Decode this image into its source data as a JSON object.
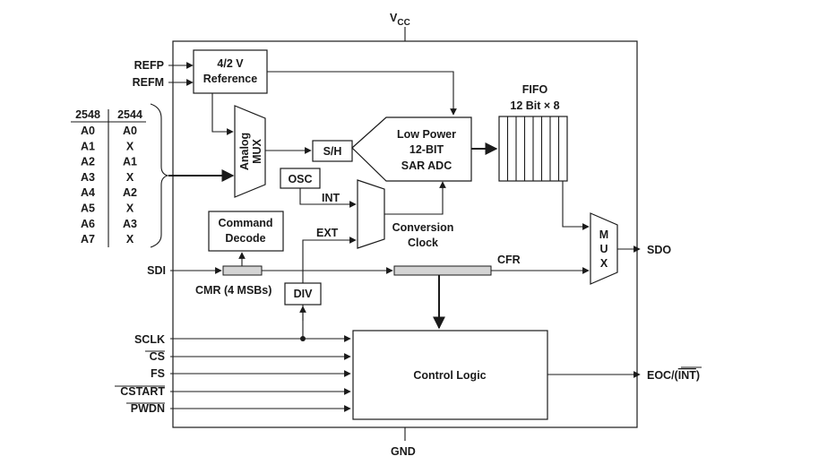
{
  "power": {
    "vcc_main": "V",
    "vcc_sub": "CC",
    "gnd": "GND"
  },
  "inputs": {
    "refp": "REFP",
    "refm": "REFM",
    "sdi": "SDI",
    "sclk": "SCLK",
    "cs": "CS",
    "fs": "FS",
    "cstart": "CSTART",
    "pwdn": "PWDN"
  },
  "channel_table": {
    "headers": [
      "2548",
      "2544"
    ],
    "rows": [
      [
        "A0",
        "A0"
      ],
      [
        "A1",
        "X"
      ],
      [
        "A2",
        "A1"
      ],
      [
        "A3",
        "X"
      ],
      [
        "A4",
        "A2"
      ],
      [
        "A5",
        "X"
      ],
      [
        "A6",
        "A3"
      ],
      [
        "A7",
        "X"
      ]
    ]
  },
  "blocks": {
    "reference": [
      "4/2 V",
      "Reference"
    ],
    "analog_mux": [
      "Analog",
      "MUX"
    ],
    "sh": "S/H",
    "adc": [
      "Low Power",
      "12-BIT",
      "SAR ADC"
    ],
    "fifo_title": "FIFO",
    "fifo_size": "12 Bit × 8",
    "osc": "OSC",
    "int_label": "INT",
    "ext_label": "EXT",
    "conversion_clock": [
      "Conversion",
      "Clock"
    ],
    "command_decode": [
      "Command",
      "Decode"
    ],
    "cmr": "CMR (4 MSBs)",
    "div": "DIV",
    "cfr": "CFR",
    "out_mux": [
      "M",
      "U",
      "X"
    ],
    "control_logic": "Control Logic"
  },
  "outputs": {
    "sdo": "SDO",
    "eoc_prefix": "EOC/(",
    "eoc_over": "INT",
    "eoc_suffix": ")"
  }
}
